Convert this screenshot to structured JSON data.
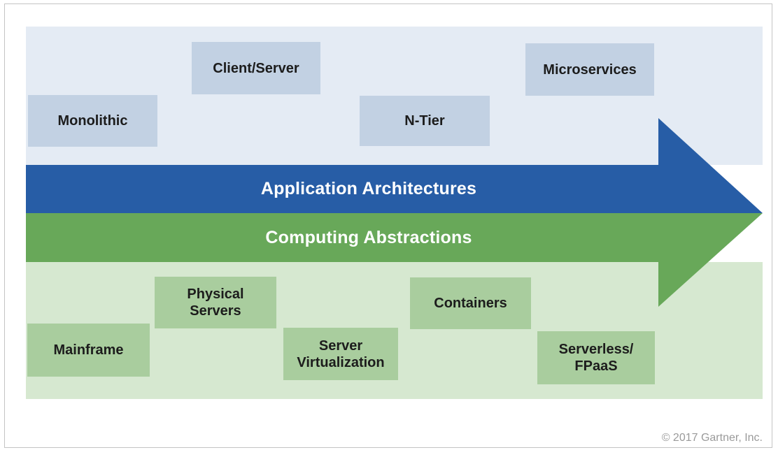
{
  "diagram": {
    "application_architectures": {
      "band_label": "Application Architectures",
      "band_color": "#275da6",
      "panel_color": "#e4ebf4",
      "box_color": "#c2d1e3",
      "items": [
        {
          "label": "Monolithic"
        },
        {
          "label": "Client/Server"
        },
        {
          "label": "N-Tier"
        },
        {
          "label": "Microservices"
        }
      ]
    },
    "computing_abstractions": {
      "band_label": "Computing Abstractions",
      "band_color": "#68a859",
      "panel_color": "#d6e8d0",
      "box_color": "#a9cd9e",
      "items": [
        {
          "label": "Mainframe"
        },
        {
          "label": "Physical\nServers"
        },
        {
          "label": "Server\nVirtualization"
        },
        {
          "label": "Containers"
        },
        {
          "label": "Serverless/\nFPaaS"
        }
      ]
    },
    "copyright": "© 2017 Gartner, Inc."
  }
}
